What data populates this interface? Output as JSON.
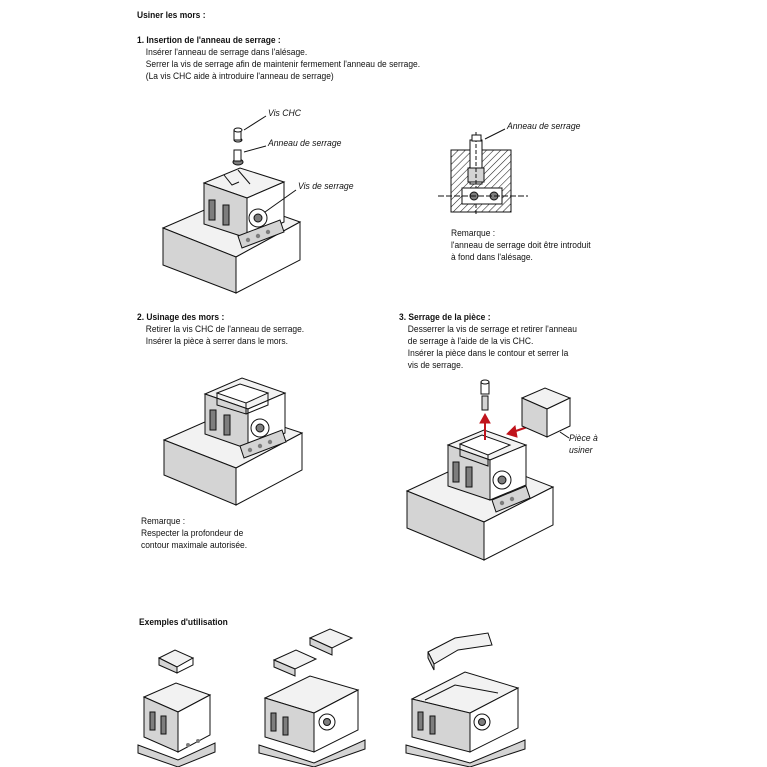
{
  "title": "Usiner les mors :",
  "step1": {
    "heading": "1. Insertion de l'anneau de serrage :",
    "lines": [
      "Insérer l'anneau de serrage dans l'alésage.",
      "Serrer la vis de serrage afin de maintenir fermement l'anneau de serrage.",
      "(La vis CHC aide à introduire l'anneau de serrage)"
    ],
    "labels": {
      "vis_chc": "Vis CHC",
      "anneau": "Anneau de serrage",
      "vis_serrage": "Vis de serrage",
      "anneau_section": "Anneau de serrage"
    },
    "remark": [
      "Remarque :",
      "l'anneau de serrage doit être introduit",
      "à fond dans l'alésage."
    ]
  },
  "step2": {
    "heading": "2. Usinage des mors :",
    "lines": [
      "Retirer la vis CHC de l'anneau de serrage.",
      "Insérer la pièce à serrer dans le mors."
    ],
    "remark": [
      "Remarque :",
      "Respecter la profondeur de",
      "contour maximale autorisée."
    ]
  },
  "step3": {
    "heading": "3. Serrage de la pièce :",
    "lines": [
      "Desserrer la vis de serrage et retirer l'anneau",
      "de serrage à l'aide de la vis CHC.",
      "Insérer la pièce dans le contour et serrer la",
      "vis de serrage."
    ],
    "label_piece": [
      "Pièce à",
      "usiner"
    ]
  },
  "examples": {
    "heading": "Exemples d'utilisation"
  },
  "colors": {
    "arrow_red": "#c0141c",
    "line": "#111111"
  }
}
